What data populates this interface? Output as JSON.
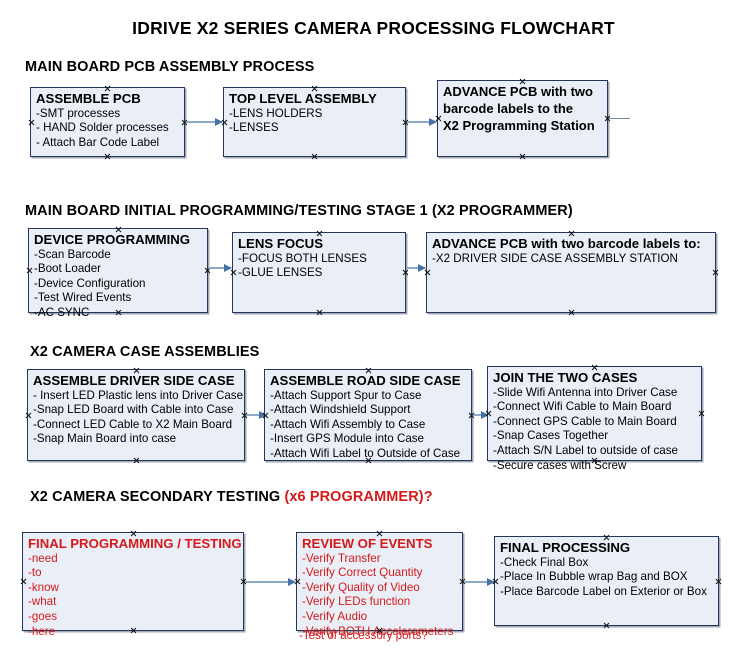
{
  "document": {
    "title": "IDRIVE X2  SERIES CAMERA PROCESSING FLOWCHART"
  },
  "sections": [
    {
      "id": "main-board-pcb-assembly",
      "header": "MAIN BOARD PCB ASSEMBLY PROCESS",
      "header_red": ""
    },
    {
      "id": "main-board-initial-programming",
      "header": "MAIN BOARD INITIAL PROGRAMMING/TESTING STAGE 1 (X2 PROGRAMMER)",
      "header_red": ""
    },
    {
      "id": "x2-camera-case-assemblies",
      "header": "X2 CAMERA CASE ASSEMBLIES",
      "header_red": ""
    },
    {
      "id": "x2-camera-secondary-testing",
      "header": "X2 CAMERA SECONDARY TESTING ",
      "header_red": "(x6 PROGRAMMER)?"
    }
  ],
  "boxes": {
    "assemble_pcb": {
      "title": "ASSEMBLE PCB",
      "lines": [
        "-SMT processes",
        "- HAND Solder processes",
        "- Attach Bar Code Label"
      ]
    },
    "top_level_assembly": {
      "title": "TOP LEVEL ASSEMBLY",
      "lines": [
        "-LENS HOLDERS",
        "-LENSES"
      ]
    },
    "advance_pcb_programming_station": {
      "title_lines": [
        "ADVANCE PCB with two",
        "barcode labels to the",
        " X2 Programming Station"
      ],
      "lines": []
    },
    "device_programming": {
      "title": "DEVICE PROGRAMMING",
      "lines": [
        "-Scan Barcode",
        "-Boot Loader",
        "-Device Configuration",
        "-Test Wired Events",
        "-AC SYNC"
      ]
    },
    "lens_focus": {
      "title": "LENS FOCUS",
      "lines": [
        "-FOCUS BOTH LENSES",
        "-GLUE LENSES"
      ]
    },
    "advance_pcb_driver_side": {
      "title": "ADVANCE PCB with two barcode labels to:",
      "lines": [
        "-X2 DRIVER  SIDE  CASE  ASSEMBLY STATION"
      ]
    },
    "assemble_driver_side_case": {
      "title": "ASSEMBLE DRIVER SIDE CASE",
      "lines": [
        "- Insert LED Plastic lens into Driver Case",
        "-Snap LED Board with Cable into Case",
        "-Connect LED Cable to X2 Main Board",
        "-Snap Main Board into case"
      ]
    },
    "assemble_road_side_case": {
      "title": "ASSEMBLE ROAD SIDE CASE",
      "lines": [
        "-Attach Support Spur to Case",
        "-Attach Windshield Support",
        "-Attach Wifi Assembly to Case",
        "-Insert GPS Module into Case",
        "-Attach Wifi Label to Outside of Case"
      ]
    },
    "join_the_two_cases": {
      "title": "JOIN THE TWO CASES",
      "lines": [
        "-Slide Wifi Antenna into Driver Case",
        "-Connect Wifi Cable to Main Board",
        "-Connect GPS Cable to Main Board",
        "-Snap Cases Together",
        "-Attach S/N Label to outside of case",
        "-Secure cases with Screw"
      ]
    },
    "final_programming_testing": {
      "title": "FINAL PROGRAMMING / TESTING",
      "lines": [
        "-need",
        "-to",
        "-know",
        "-what",
        "-goes",
        "-here"
      ]
    },
    "review_of_events": {
      "title": "REVIEW OF EVENTS",
      "lines": [
        "-Verify Transfer",
        "-Verify Correct Quantity",
        "-Verify Quality of Video",
        "-Verify LEDs function",
        "-Verify Audio",
        "-Verify BOTH Accelerometers"
      ],
      "overflow_line": "-Test of accessory ports?"
    },
    "final_processing": {
      "title": "FINAL PROCESSING",
      "lines": [
        "-Check Final Box",
        "-Place In Bubble wrap Bag and BOX",
        "-Place Barcode Label on Exterior or Box"
      ]
    }
  },
  "colors": {
    "box_fill": "#e9eef7",
    "box_border": "#24365c",
    "connector": "#8fa9c4",
    "arrow_head": "#4472a8",
    "red_text": "#d61a1a",
    "text": "#000000"
  }
}
